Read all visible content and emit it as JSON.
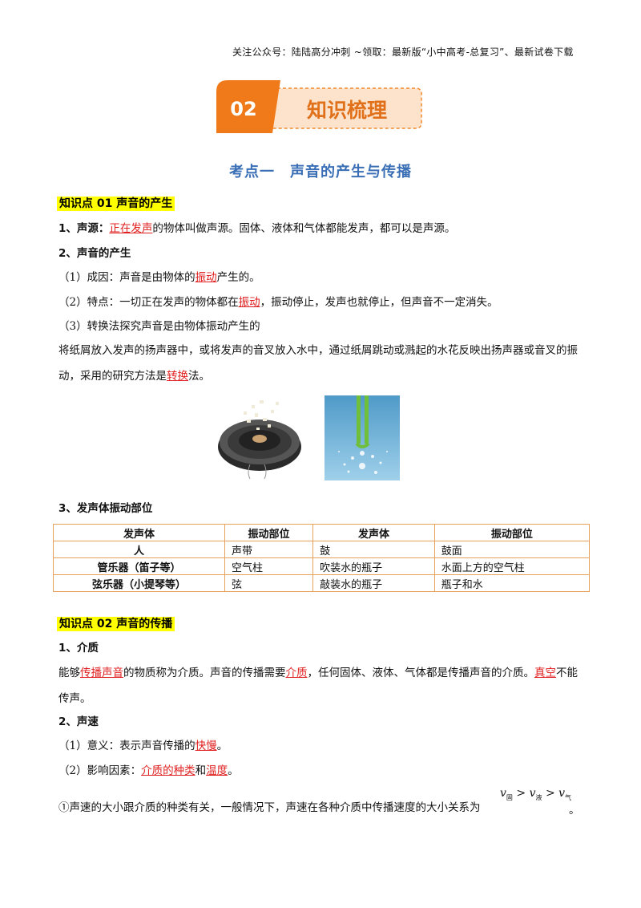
{
  "header_note": "关注公众号：陆陆高分冲刺 ~领取：最新版“小中高考-总复习”、最新试卷下载",
  "banner": {
    "number": "02",
    "title": "知识梳理"
  },
  "section_title": "考点一　声音的产生与传播",
  "kp1": {
    "title": "知识点 01 声音的产生",
    "item1_label": "1、声源：",
    "item1_red": "正在发声",
    "item1_rest": "的物体叫做声源。固体、液体和气体都能发声，都可以是声源。",
    "item2_label": "2、声音的产生",
    "p1_a": "（1）成因：声音是由物体的",
    "p1_red": "振动",
    "p1_b": "产生的。",
    "p2_a": "（2）特点：一切正在发声的物体都在",
    "p2_red": "振动",
    "p2_b": "，振动停止，发声也就停止，但声音不一定消失。",
    "p3": "（3）转换法探究声音是由物体振动产生的",
    "p4_a": "将纸屑放入发声的扬声器中，或将发声的音叉放入水中，通过纸屑跳动或溅起的水花反映出扬声器或音叉的振动，采用的研究方法是",
    "p4_red": "转换",
    "p4_b": "法。",
    "item3_label": "3、发声体振动部位"
  },
  "table": {
    "headers": [
      "发声体",
      "振动部位",
      "发声体",
      "振动部位"
    ],
    "rows": [
      [
        "人",
        "声带",
        "鼓",
        "鼓面"
      ],
      [
        "管乐器（笛子等）",
        "空气柱",
        "吹装水的瓶子",
        "水面上方的空气柱"
      ],
      [
        "弦乐器（小提琴等）",
        "弦",
        "敲装水的瓶子",
        "瓶子和水"
      ]
    ]
  },
  "kp2": {
    "title": "知识点 02 声音的传播",
    "item1_label": "1、介质",
    "p1_a": "能够",
    "p1_red1": "传播声音",
    "p1_b": "的物质称为介质。声音的传播需要",
    "p1_red2": "介质",
    "p1_c": "，任何固体、液体、气体都是传播声音的介质。",
    "p1_red3": "真空",
    "p1_d": "不能传声。",
    "item2_label": "2、声速",
    "p2_a": "（1）意义：表示声音传播的",
    "p2_red": "快慢",
    "p2_b": "。",
    "p3_a": "（2）影响因素：",
    "p3_red1": "介质的种类",
    "p3_b": "和",
    "p3_red2": "温度",
    "p3_c": "。",
    "p4": "①声速的大小跟介质的种类有关，一般情况下，声速在各种介质中传播速度的大小关系为",
    "p4_end": "。",
    "formula": {
      "v": "v",
      "s1": "固",
      "gt": ">",
      "s2": "液",
      "s3": "气"
    }
  }
}
